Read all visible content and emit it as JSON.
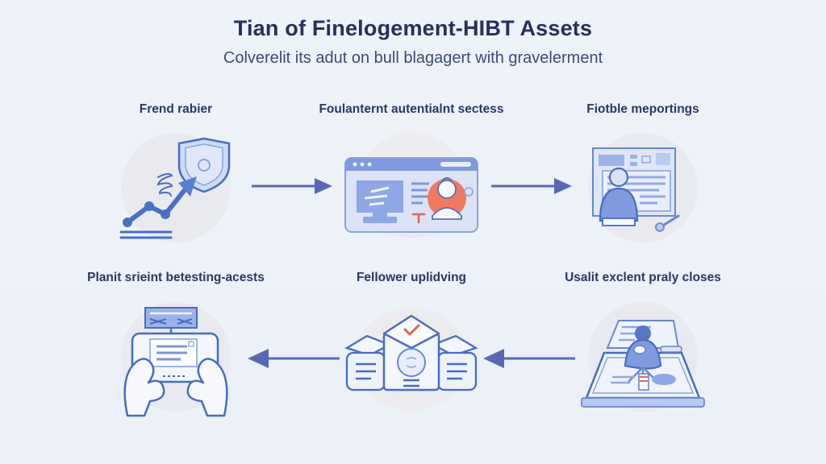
{
  "header": {
    "title": "Tian of Finelogement-HIBT Assets",
    "subtitle": "Colverelit its adut on bull blagagert with gravelerment"
  },
  "steps": [
    {
      "label": "Frend rabier",
      "icon": "growth-chart-shield-icon"
    },
    {
      "label": "Foulanternt autentialnt sectess",
      "icon": "browser-identity-icon"
    },
    {
      "label": "Fiotble meportings",
      "icon": "report-review-icon"
    },
    {
      "label": "Planit srieint betesting-acests",
      "icon": "hands-tablet-icon"
    },
    {
      "label": "Fellower uplidving",
      "icon": "package-approval-icon"
    },
    {
      "label": "Usalit exclent praly closes",
      "icon": "desk-signing-icon"
    }
  ],
  "flow": {
    "row1_direction": "right",
    "row2_direction": "left"
  },
  "colors": {
    "background": "#edf1f8",
    "title_text": "#272f5d",
    "subtitle_text": "#3f4b79",
    "label_text": "#2c3769",
    "arrow": "#5a68b4",
    "icon_stroke": "#4a6bc5",
    "icon_fill_light": "#dde3f6",
    "icon_fill_mid": "#8fa7e4",
    "icon_circle_bg": "#e9eaef",
    "accent_salmon": "#ef7a5f",
    "accent_red_check": "#e06a52"
  }
}
